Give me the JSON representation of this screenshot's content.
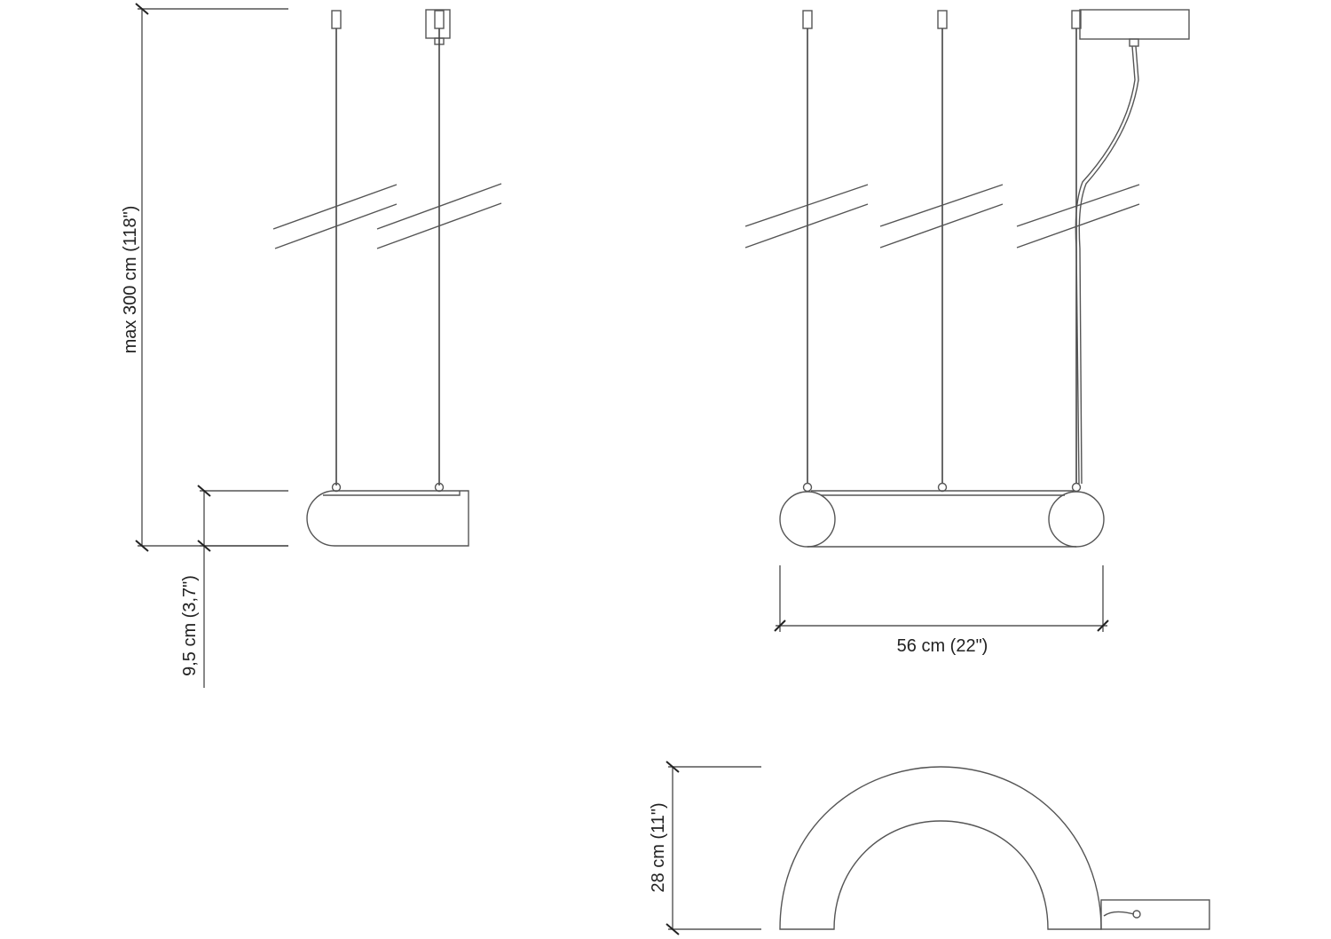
{
  "dimensions": {
    "max_height": "max 300 cm (118\")",
    "body_height": "9,5 cm (3,7\")",
    "length": "56 cm (22\")",
    "arch_height": "28 cm (11\")"
  },
  "colors": {
    "line": "#555555",
    "text": "#222222",
    "background": "#ffffff"
  }
}
